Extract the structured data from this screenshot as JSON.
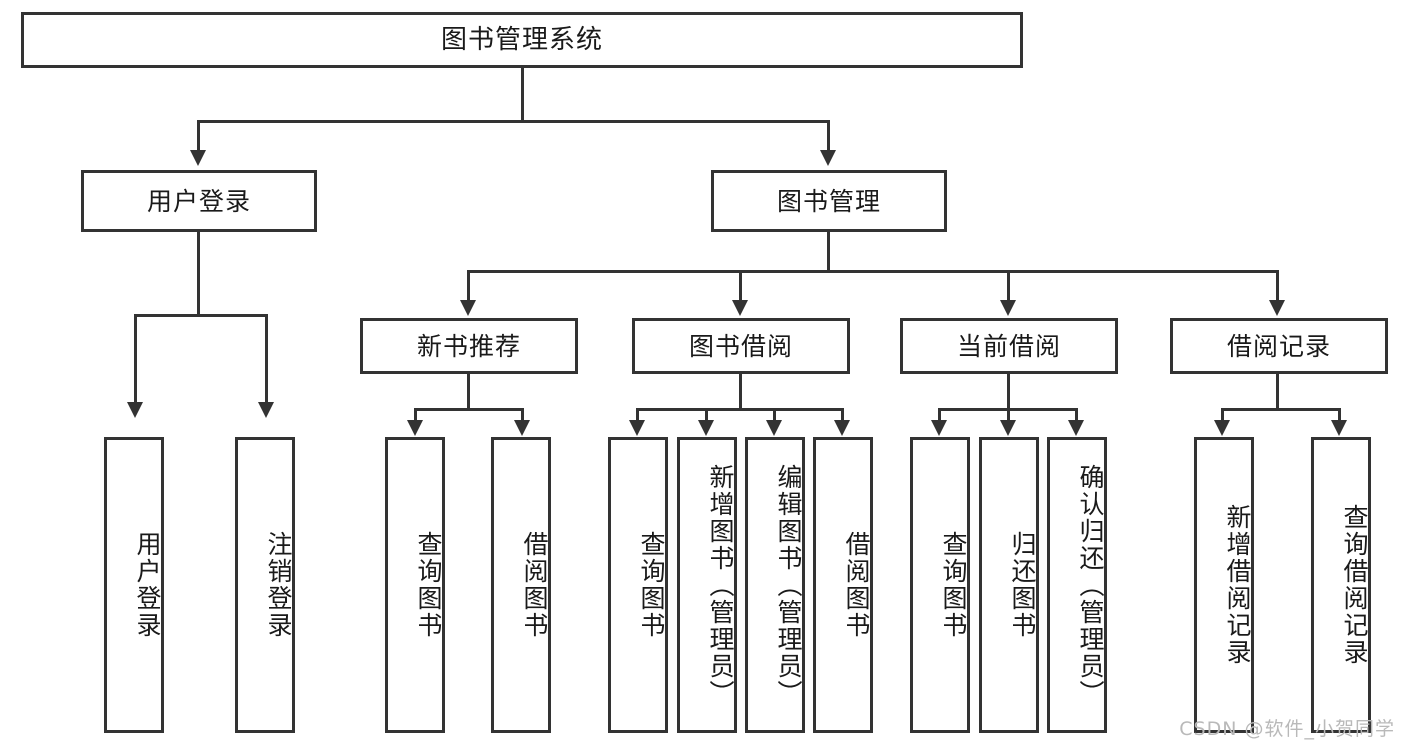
{
  "diagram": {
    "title": "图书管理系统",
    "type": "hierarchy-tree",
    "root": {
      "label": "图书管理系统"
    },
    "level2": [
      {
        "label": "用户登录"
      },
      {
        "label": "图书管理"
      }
    ],
    "level3": [
      {
        "label": "新书推荐"
      },
      {
        "label": "图书借阅"
      },
      {
        "label": "当前借阅"
      },
      {
        "label": "借阅记录"
      }
    ],
    "leaves": {
      "user_login": [
        {
          "label": "用户登录"
        },
        {
          "label": "注销登录"
        }
      ],
      "new_book_recommend": [
        {
          "label": "查询图书"
        },
        {
          "label": "借阅图书"
        }
      ],
      "book_borrow": [
        {
          "label": "查询图书"
        },
        {
          "label": "新增图书（管理员）"
        },
        {
          "label": "编辑图书（管理员）"
        },
        {
          "label": "借阅图书"
        }
      ],
      "current_borrow": [
        {
          "label": "查询图书"
        },
        {
          "label": "归还图书"
        },
        {
          "label": "确认归还（管理员）"
        }
      ],
      "borrow_record": [
        {
          "label": "新增借阅记录"
        },
        {
          "label": "查询借阅记录"
        }
      ]
    }
  },
  "watermark": {
    "text": "CSDN @软件_小贺同学"
  },
  "colors": {
    "stroke": "#333333",
    "background": "#ffffff",
    "text": "#1a1a1a",
    "watermark": "#b9b9b9"
  }
}
